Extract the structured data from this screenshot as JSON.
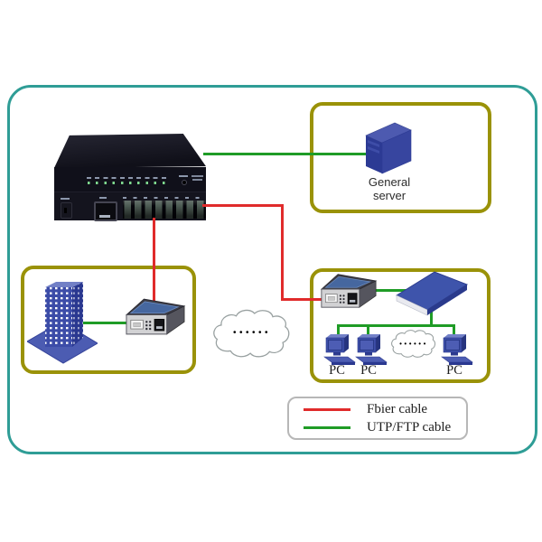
{
  "diagram": {
    "type": "network-topology",
    "frame_color": "#2f9d96",
    "group_frame_color": "#9a9208",
    "cable_colors": {
      "fiber": "#e02b2b",
      "utp": "#1f9c26"
    },
    "server_group": {
      "label_line1": "General",
      "label_line2": "server"
    },
    "center_cloud": {
      "dots": "••••••"
    },
    "right_group": {
      "pcs": [
        {
          "label": "PC"
        },
        {
          "label": "PC"
        },
        {
          "label": "PC"
        }
      ],
      "cloud_dots": "••••••"
    },
    "legend": {
      "items": [
        {
          "label": "Fbier cable",
          "color": "#e02b2b"
        },
        {
          "label": "UTP/FTP cable",
          "color": "#1f9c26"
        }
      ]
    }
  }
}
